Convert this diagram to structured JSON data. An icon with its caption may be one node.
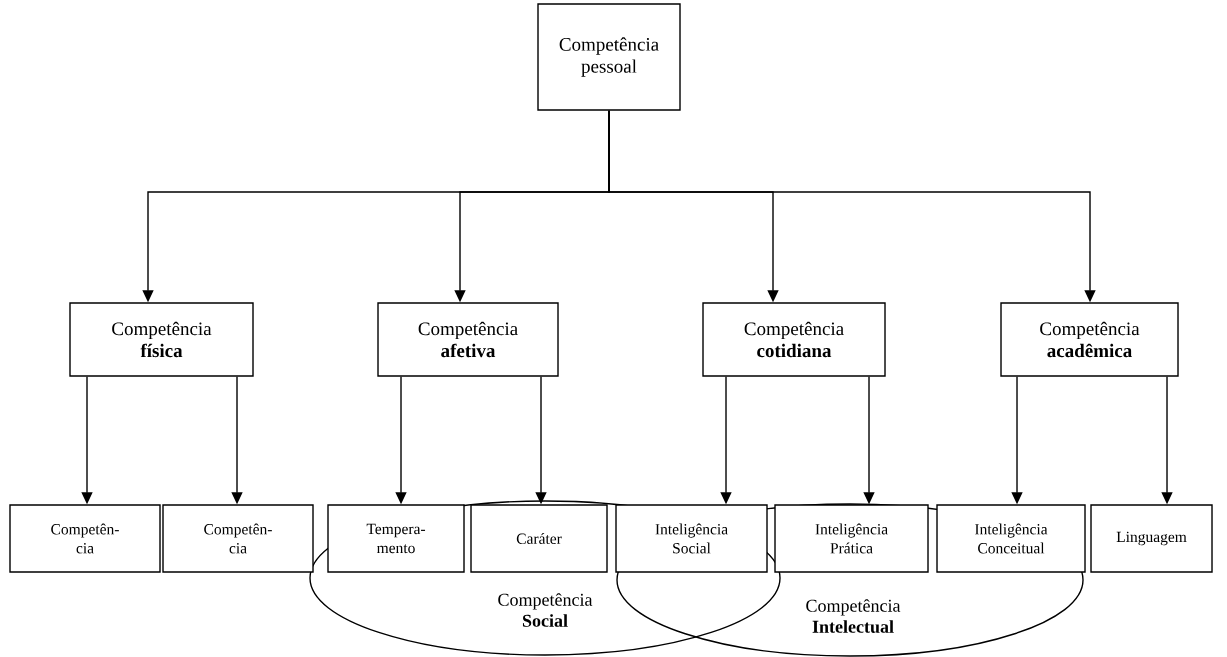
{
  "diagram": {
    "nodes": [
      {
        "text": [
          "Competência pessoal"
        ]
      },
      {
        "text": [
          "Competência **física**"
        ]
      },
      {
        "text": [
          "Competência **afetiva**"
        ]
      },
      {
        "text": [
          "Competência **cotidiana**"
        ]
      },
      {
        "text": [
          "Competência **acadêmica**"
        ]
      },
      {
        "text": [
          "Competên- cia"
        ]
      },
      {
        "text": [
          "Competên- cia"
        ]
      },
      {
        "text": [
          "Tempera- mento"
        ],
        "in": 13
      },
      {
        "text": [
          "Caráter"
        ],
        "in": 13
      },
      {
        "text": [
          "Inteligência Social"
        ]
      },
      {
        "text": [
          "Inteligência Prática"
        ],
        "in": 14
      },
      {
        "text": [
          "Inteligência Conceitual"
        ],
        "in": 14
      },
      {
        "text": [
          "Linguagem"
        ]
      },
      {
        "text": [
          "Competência **Social**"
        ]
      },
      {
        "text": [
          "Competência **Intelectual**"
        ]
      }
    ],
    "edges": [
      {
        "from": 0,
        "to": 1,
        "arrow": "to"
      },
      {
        "from": 0,
        "to": 2,
        "arrow": "to"
      },
      {
        "from": 0,
        "to": 3,
        "arrow": "to"
      },
      {
        "from": 0,
        "to": 4,
        "arrow": "to"
      },
      {
        "from": 1,
        "to": 5,
        "arrow": "to"
      },
      {
        "from": 1,
        "to": 6,
        "arrow": "to"
      },
      {
        "from": 2,
        "to": 7,
        "arrow": "to"
      },
      {
        "from": 2,
        "to": 8,
        "arrow": "to"
      },
      {
        "from": 3,
        "to": 9,
        "arrow": "to"
      },
      {
        "from": 3,
        "to": 10,
        "arrow": "to"
      },
      {
        "from": 4,
        "to": 11,
        "arrow": "to"
      },
      {
        "from": 4,
        "to": 12,
        "arrow": "to"
      }
    ]
  }
}
